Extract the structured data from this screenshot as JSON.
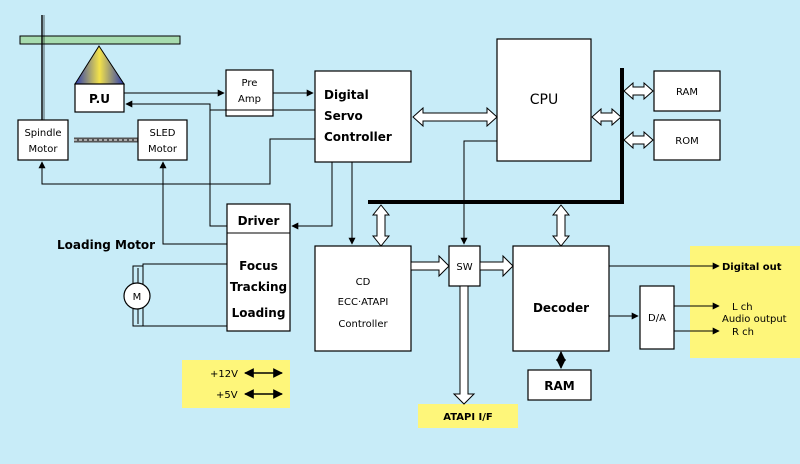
{
  "colors": {
    "background": "#c8ecf8",
    "highlight": "#fef67a",
    "rail": "#a7dcaf"
  },
  "blocks": {
    "pu": "P.U",
    "preamp": [
      "Pre",
      "Amp"
    ],
    "dsc": [
      "Digital",
      "Servo",
      "Controller"
    ],
    "cpu": "CPU",
    "ram_top": "RAM",
    "rom": "ROM",
    "spindle": [
      "Spindle",
      "Motor"
    ],
    "sled": [
      "SLED",
      "Motor"
    ],
    "driver": {
      "title": "Driver",
      "lines": [
        "Focus",
        "Tracking",
        "Loading"
      ]
    },
    "loading_motor": "Loading  Motor",
    "motor_symbol": "M",
    "cd_controller": [
      "CD",
      "ECC·ATAPI",
      "Controller"
    ],
    "sw": "SW",
    "decoder": "Decoder",
    "ram_bottom": "RAM",
    "da": "D/A"
  },
  "io": {
    "digital_out": "Digital out",
    "lch": "L ch",
    "audio_output": "Audio output",
    "rch": "R ch",
    "atapi": "ATAPI  I/F",
    "v12": "+12V",
    "v5": "+5V"
  }
}
